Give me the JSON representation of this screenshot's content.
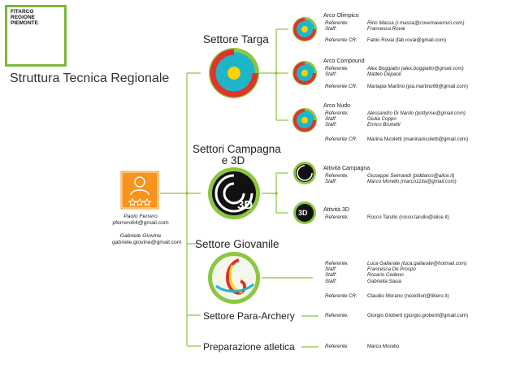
{
  "logo": {
    "line1": "FITARCO",
    "line2": "REGIONE",
    "line3": "PIEMONTE"
  },
  "title": "Struttura Tecnica Regionale",
  "coordinator": [
    {
      "name": "Paolo Ferrero",
      "email": "pferrero64@gmail.com"
    },
    {
      "name": "Gabriele Giovine",
      "email": "gabriele.giovine@gmail.com"
    }
  ],
  "sectors": {
    "targa": "Settore Targa",
    "campagna_1": "Settori Campagna",
    "campagna_2": "e 3D",
    "giovanile": "Settore Giovanile",
    "para": "Settore Para-Archery",
    "atletica": "Preparazione atletica"
  },
  "subsections": {
    "olimpico": "Arco Olimpico",
    "compound": "Arco Compound",
    "nudo": "Arco Nudo",
    "campagna": "Attività Campagna",
    "tred": "Attività 3D"
  },
  "roles": {
    "referente": "Referente:",
    "staff": "Staff:",
    "referente_cr": "Referente CR:"
  },
  "icons": {
    "tred_label": "3D"
  },
  "people": {
    "olimpico_ref": "Rino Massa (r.massa@covemavernici.com)",
    "olimpico_staff": "Francesca Rovai",
    "olimpico_cr": "Fabio Rovai (fab.rovai@gmail.com)",
    "compound_ref": "Alex Boggiatto (alex.boggiatto@gmail.com)",
    "compound_staff": "Matteo Depaoli",
    "compound_cr": "Mariapia Martino (pia.martino69@gmail.com)",
    "nudo_ref": "Alessandro Di Nardo (pottyrise@gmail.com)",
    "nudo_staff1": "Giulia Coppo",
    "nudo_staff2": "Enrico Brunetti",
    "nudo_cr": "Marina Nicoletti (maninanicoletti@gmail.com)",
    "campagna_ref": "Giuseppe Seimandi (piddarco@alice.it)",
    "campagna_staff": "Marco Morello (marco11ita@gmail.com)",
    "tred_ref": "Rocco Tarullo (rocco.tarullo@alice.it)",
    "giov_ref": "Luca Gallarate (luca.gallarate@hotmail.com)",
    "giov_staff1": "Francesca De Prospo",
    "giov_staff2": "Rosario Cedeno",
    "giov_staff3": "Gabriella Sasia",
    "giov_cr": "Claudio Morano (nsolofiori@libero.it)",
    "para_ref": "Giorgio Gioberti (giorgio.gioberti@gmail.com)",
    "atletica_ref": "Marco Morello"
  },
  "colors": {
    "green": "#8dc63f",
    "orange": "#f7941d",
    "red": "#e0332a",
    "teal": "#1fb5c9",
    "yellow": "#ffd200",
    "black": "#111111"
  }
}
